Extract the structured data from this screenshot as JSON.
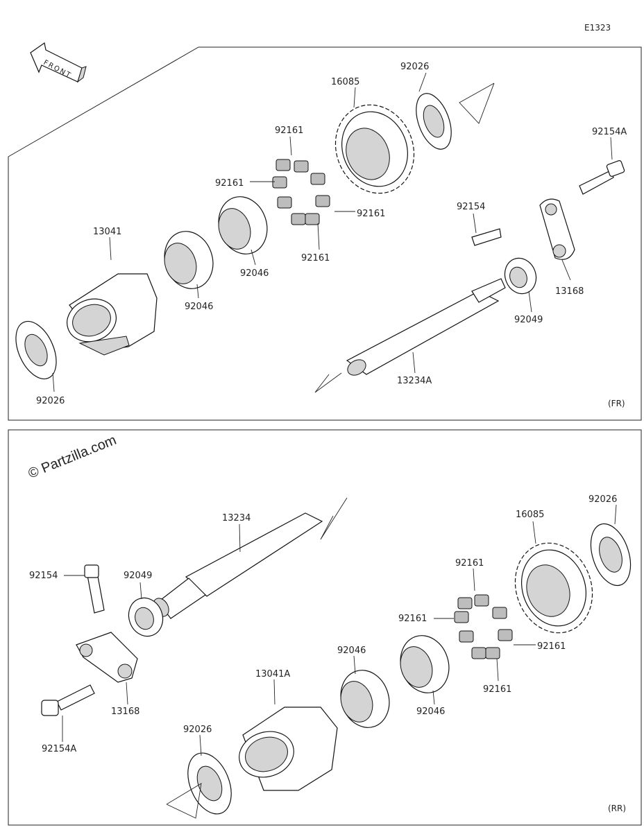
{
  "diagram_id": "E1323",
  "front_label": "FRONT",
  "watermark": "© Partzilla.com",
  "panels": [
    {
      "position": "(FR)",
      "labels": [
        "92026",
        "16085",
        "92161",
        "92161",
        "92161",
        "92161",
        "92154A",
        "92154",
        "13168",
        "13041",
        "92046",
        "92046",
        "92049",
        "13234A",
        "92026"
      ]
    },
    {
      "position": "(RR)",
      "labels": [
        "92026",
        "16085",
        "13234",
        "92154",
        "92049",
        "92161",
        "92161",
        "92161",
        "92161",
        "92046",
        "92046",
        "13041A",
        "13168",
        "92154A",
        "92026"
      ]
    }
  ]
}
